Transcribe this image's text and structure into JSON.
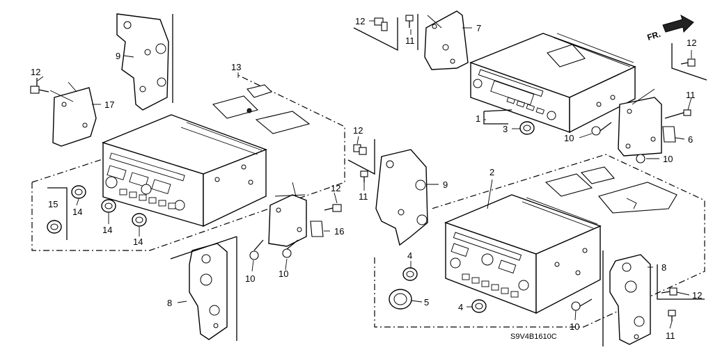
{
  "diagram": {
    "drawing_code": "S9V4B1610C",
    "direction_label": "FR.",
    "callouts": {
      "c1": "1",
      "c2": "2",
      "c3": "3",
      "c4a": "4",
      "c4b": "4",
      "c5": "5",
      "c6": "6",
      "c7": "7",
      "c8a": "8",
      "c8b": "8",
      "c9a": "9",
      "c9b": "9",
      "c10a": "10",
      "c10b": "10",
      "c10c": "10",
      "c10d": "10",
      "c10e": "10",
      "c11a": "11",
      "c11b": "11",
      "c11c": "11",
      "c11d": "11",
      "c12a": "12",
      "c12b": "12",
      "c12c": "12",
      "c12d": "12",
      "c12e": "12",
      "c12f": "12",
      "c13": "13",
      "c14a": "14",
      "c14b": "14",
      "c14c": "14",
      "c15": "15",
      "c16": "16",
      "c17": "17"
    }
  }
}
